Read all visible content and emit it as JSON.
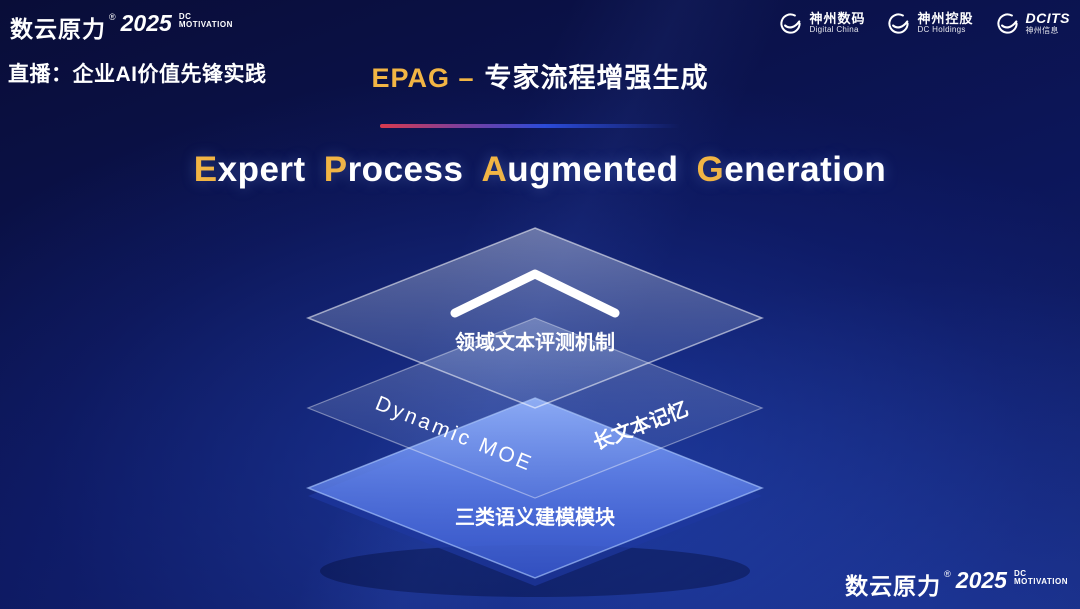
{
  "slide": {
    "accent_gold": "#f2b544",
    "bg_deep": "#090d38",
    "bg_glow": "#2d5adc",
    "bottom_layer_blue": "#5a7df0"
  },
  "brand": {
    "name": "数云原力",
    "reg": "®",
    "year": "2025",
    "dc": "DC",
    "motivation": "MOTIVATION"
  },
  "header": {
    "live_label": "直播：企业AI价值先锋实践",
    "title_highlight": "EPAG –",
    "title_rest": "专家流程增强生成",
    "partners": [
      {
        "name": "神州数码",
        "sub": "Digital China"
      },
      {
        "name": "神州控股",
        "sub": "DC Holdings"
      },
      {
        "name": "DCITS",
        "sub": "神州信息"
      }
    ]
  },
  "main": {
    "heading_parts": [
      {
        "initial": "E",
        "rest": "xpert"
      },
      {
        "initial": "P",
        "rest": "rocess"
      },
      {
        "initial": "A",
        "rest": "ugmented"
      },
      {
        "initial": "G",
        "rest": "eneration"
      }
    ],
    "diagram": {
      "top_label": "领域文本评测机制",
      "middle_left_label": "Dynamic  MOE",
      "middle_right_label": "长文本记忆",
      "bottom_label": "三类语义建模模块"
    }
  },
  "footer": {
    "brand_name": "数云原力",
    "reg": "®",
    "year": "2025",
    "dc": "DC",
    "motivation": "MOTIVATION"
  }
}
